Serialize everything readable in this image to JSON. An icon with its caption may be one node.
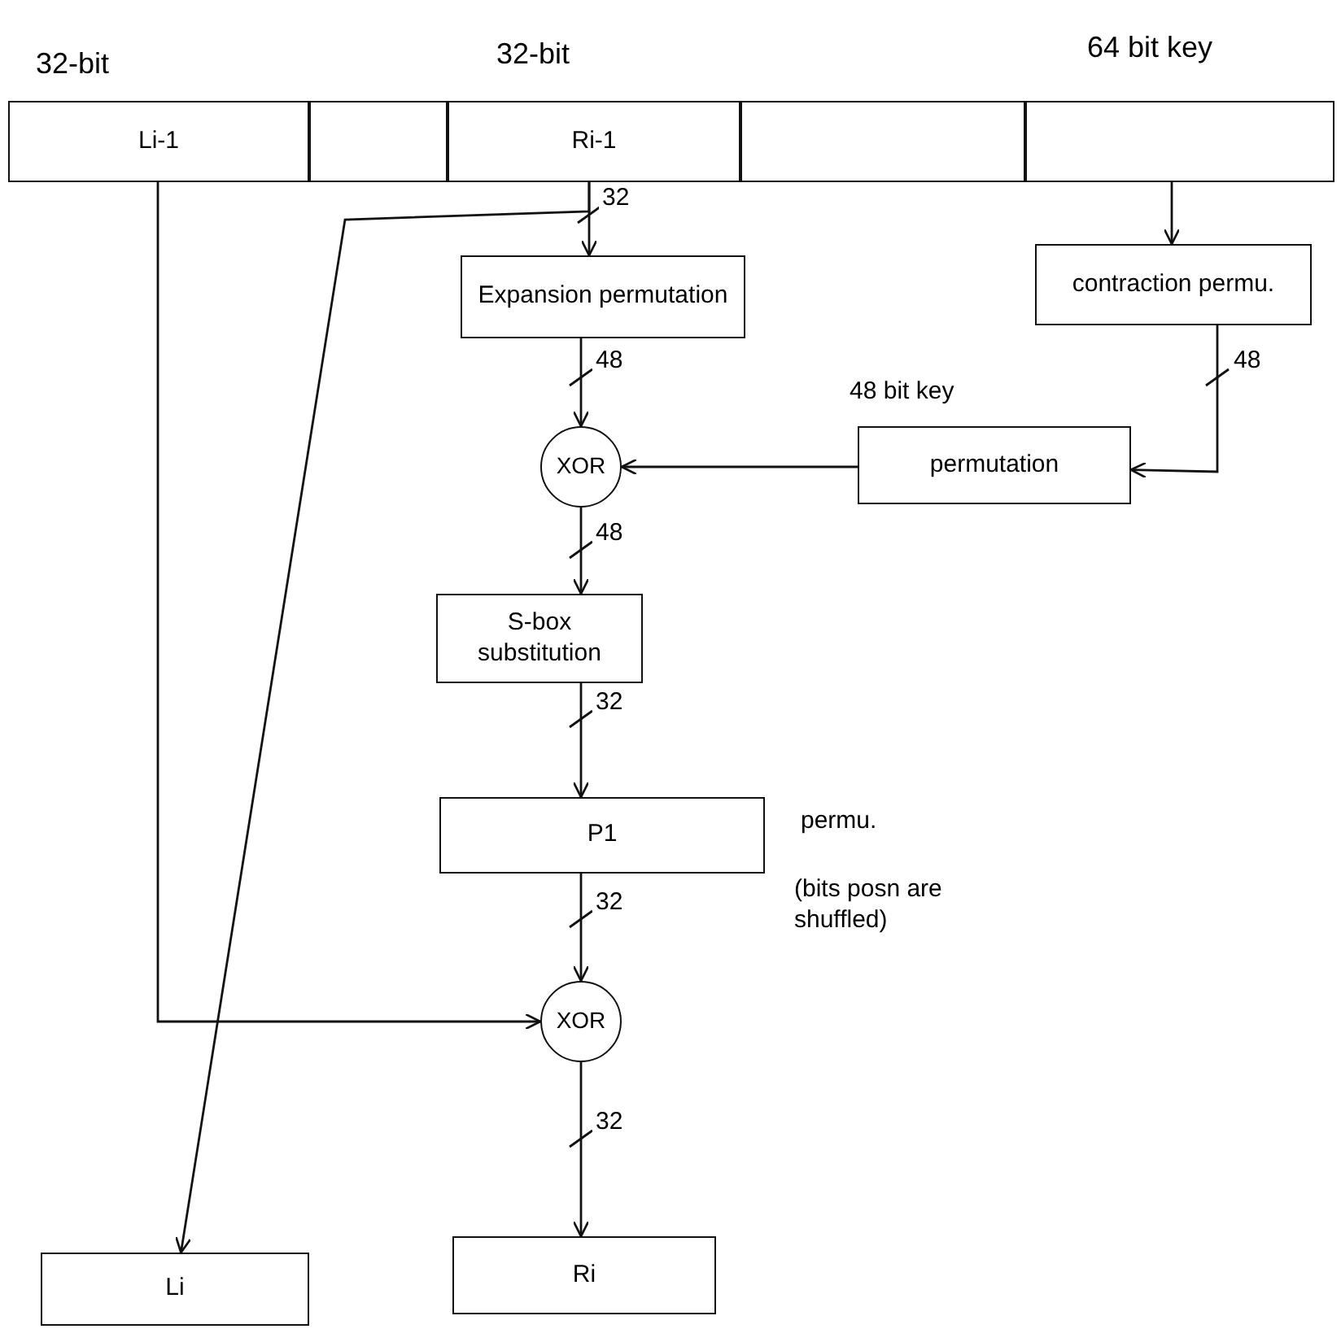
{
  "diagram": {
    "nodes": [
      {
        "text": [
          "Li-1"
        ]
      },
      {
        "text": [],
        "shape": "box"
      },
      {
        "text": [
          "Ri-1"
        ]
      },
      {
        "text": [],
        "shape": "box"
      },
      {
        "text": [],
        "shape": "box"
      },
      {
        "text": [
          "Expansion permutation"
        ]
      },
      {
        "text": [
          "contraction permu."
        ]
      },
      {
        "text": [
          "XOR"
        ]
      },
      {
        "text": [
          "permutation"
        ],
        "beside": [
          "48 bit key"
        ]
      },
      {
        "text": [
          "S-box substitution"
        ]
      },
      {
        "text": [
          "P1"
        ],
        "beside": [
          "permu.",
          "(bits posn are shuffled)"
        ]
      },
      {
        "text": [
          "XOR"
        ]
      },
      {
        "text": [
          "Li"
        ]
      },
      {
        "text": [
          "Ri"
        ]
      }
    ],
    "edges": [
      {
        "from": 2,
        "to": 5,
        "arrow": "to",
        "label": "32"
      },
      {
        "from": 2,
        "to": 12,
        "arrow": "to"
      },
      {
        "from": 4,
        "to": 6,
        "arrow": "to"
      },
      {
        "from": 6,
        "to": 8,
        "arrow": "to",
        "label": "48"
      },
      {
        "from": 8,
        "to": 7,
        "arrow": "to"
      },
      {
        "from": 5,
        "to": 7,
        "arrow": "to",
        "label": "48"
      },
      {
        "from": 7,
        "to": 9,
        "arrow": "to",
        "label": "48"
      },
      {
        "from": 9,
        "to": 10,
        "arrow": "to",
        "label": "32"
      },
      {
        "from": 10,
        "to": 11,
        "arrow": "to",
        "label": "32"
      },
      {
        "from": 0,
        "to": 11,
        "arrow": "to"
      },
      {
        "from": 11,
        "to": 13,
        "arrow": "to",
        "label": "32"
      }
    ],
    "labels": [
      "32-bit",
      "32-bit",
      "64 bit key"
    ]
  }
}
